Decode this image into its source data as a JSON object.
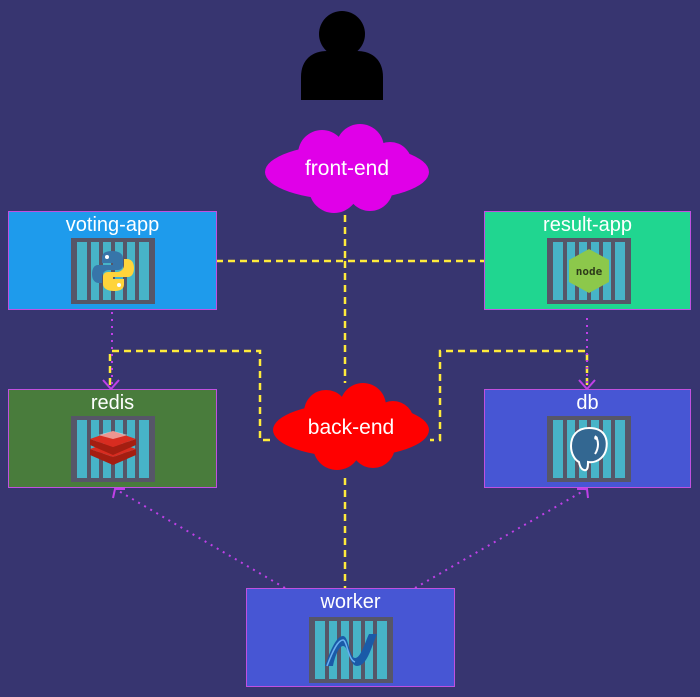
{
  "nodes": {
    "voting_app": {
      "label": "voting-app",
      "fill": "#1e9bec",
      "logo": "python-icon"
    },
    "result_app": {
      "label": "result-app",
      "fill": "#20d690",
      "logo": "nodejs-icon"
    },
    "redis": {
      "label": "redis",
      "fill": "#497c3c",
      "logo": "redis-icon"
    },
    "db": {
      "label": "db",
      "fill": "#4756d4",
      "logo": "postgresql-icon"
    },
    "worker": {
      "label": "worker",
      "fill": "#4756d4",
      "logo": "dotnet-icon"
    }
  },
  "networks": {
    "front_end": {
      "label": "front-end",
      "color": "#e000e8"
    },
    "back_end": {
      "label": "back-end",
      "color": "#ff0000"
    }
  },
  "user": {
    "icon": "user-icon",
    "color": "#000000"
  },
  "colors": {
    "background": "#373570",
    "network_link": "#ffeb3b",
    "data_flow": "#c040e8",
    "container_frame": "#565668",
    "container_bars": "#47b4c8"
  }
}
